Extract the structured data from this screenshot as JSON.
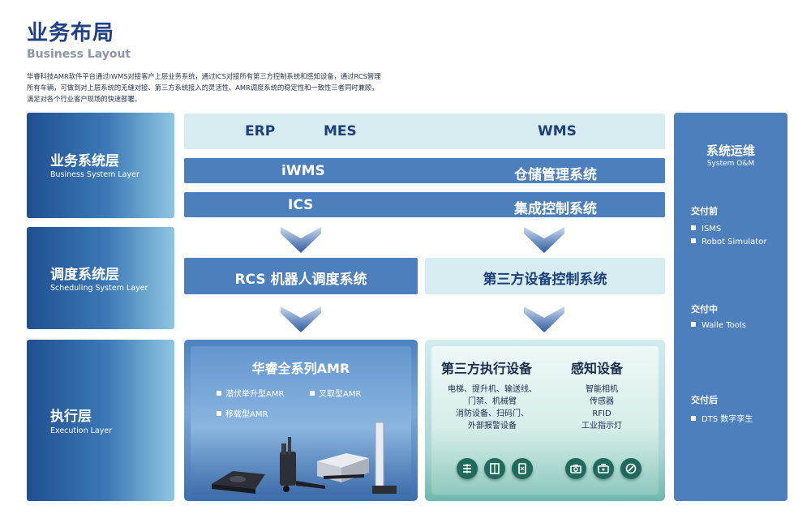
{
  "header": {
    "title": "业务布局",
    "subtitle": "Business Layout",
    "intro": "华睿科技AMR软件平台通过iWMS对接客户上层业务系统，通过ICS对接所有第三方控制系统和感知设备，通过RCS管理所有车辆，可做到对上层系统的无缝对接、第三方系统接入的灵活性、AMR调度系统的稳定性和一致性三者同时兼顾，满足对各个行业客户现场的快速部署。"
  },
  "layers": {
    "business": {
      "zh": "业务系统层",
      "en": "Business System Layer"
    },
    "scheduling": {
      "zh": "调度系统层",
      "en": "Scheduling System Layer"
    },
    "execution": {
      "zh": "执行层",
      "en": "Execution Layer"
    }
  },
  "business_rows": {
    "erp": "ERP",
    "mes": "MES",
    "wms": "WMS",
    "iwms": "iWMS",
    "iwms_desc": "仓储管理系统",
    "ics": "ICS",
    "ics_desc": "集成控制系统"
  },
  "scheduling_rows": {
    "rcs": "RCS 机器人调度系统",
    "third_party": "第三方设备控制系统"
  },
  "amr": {
    "title": "华睿全系列AMR",
    "items": [
      "潜伏举升型AMR",
      "叉取型AMR",
      "移载型AMR"
    ]
  },
  "devices": {
    "exec_title": "第三方执行设备",
    "exec_lines": [
      "电梯、提升机、输送线、",
      "门禁、机械臂",
      "消防设备、扫码门、",
      "外部报警设备"
    ],
    "sense_title": "感知设备",
    "sense_lines": [
      "智能相机",
      "传感器",
      "RFID",
      "工业指示灯"
    ],
    "icons": [
      "elevator-icon",
      "door-icon",
      "scanner-icon",
      "camera-icon",
      "rfid-icon",
      "signal-icon"
    ]
  },
  "om": {
    "title": "系统运维",
    "subtitle": "System O&M",
    "before": {
      "label": "交付前",
      "items": [
        "ISMS",
        "Robot Simulator"
      ]
    },
    "during": {
      "label": "交付中",
      "items": [
        "Walle Tools"
      ]
    },
    "after": {
      "label": "交付后",
      "items": [
        "DTS 数字孪生"
      ]
    }
  },
  "colors": {
    "title": "#1e3f86",
    "bar_blue": "#4d7fbc",
    "light_bar": "#d6ecf0",
    "device_green": "#1f6a5c"
  }
}
